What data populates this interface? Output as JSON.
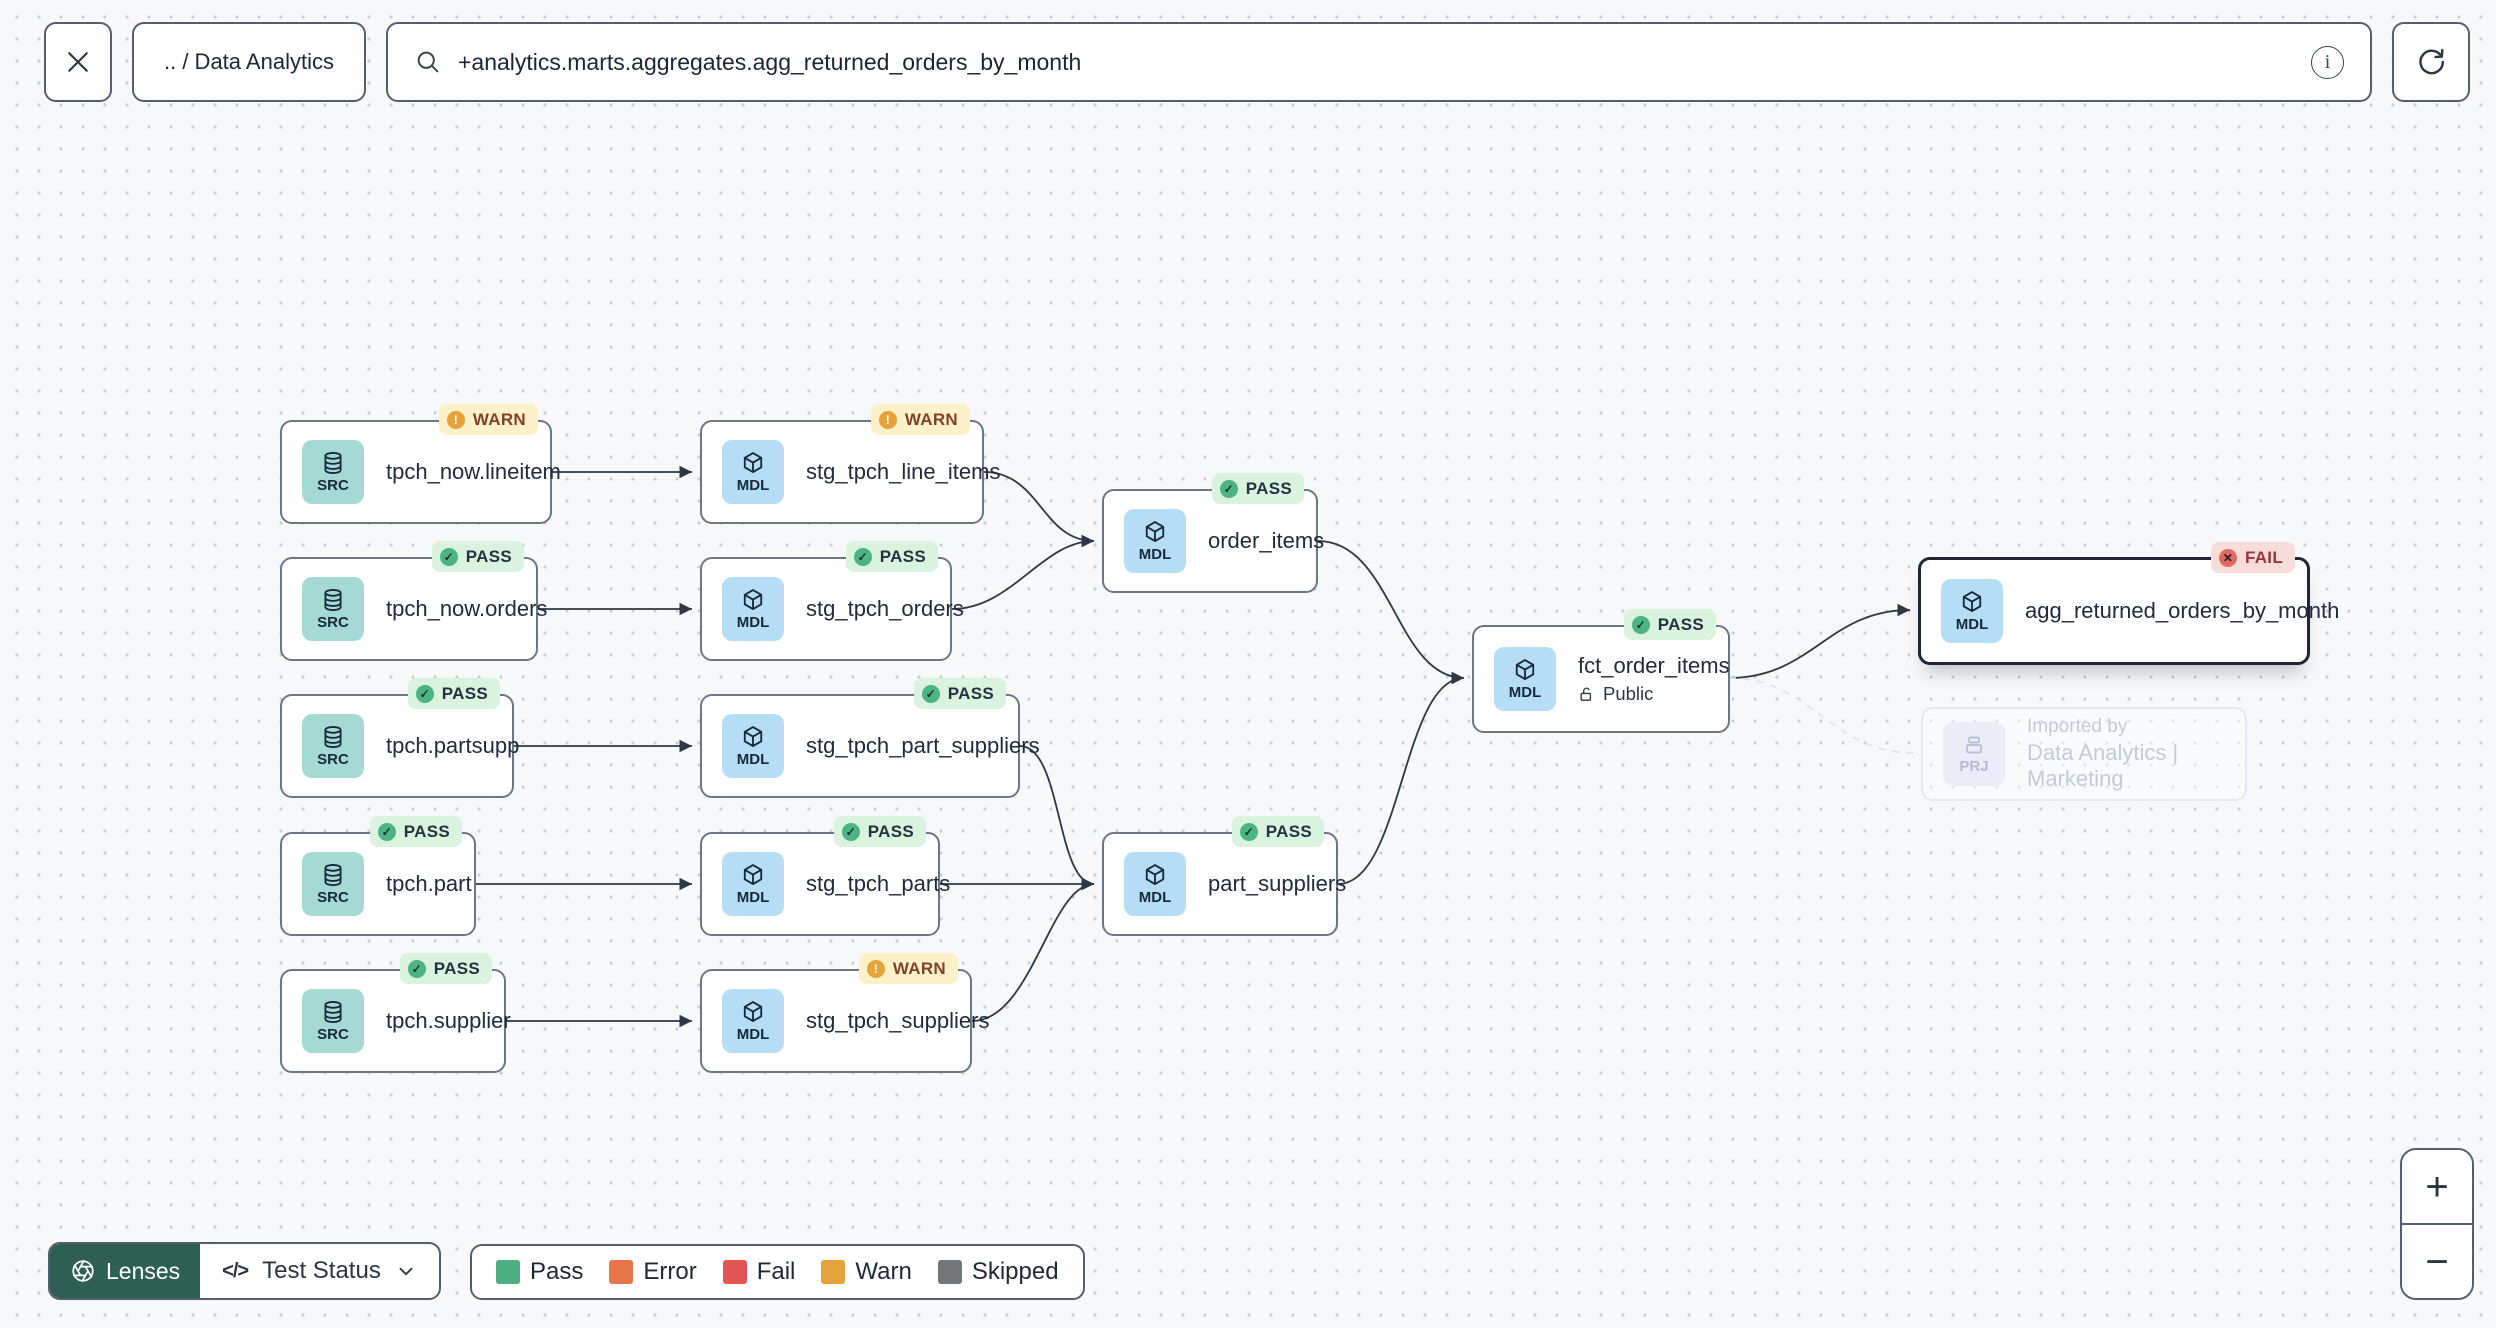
{
  "header": {
    "breadcrumb": ".. / Data Analytics",
    "search_value": "+analytics.marts.aggregates.agg_returned_orders_by_month"
  },
  "icons": {
    "info_glyph": "i",
    "check_glyph": "✓",
    "warn_glyph": "!",
    "fail_glyph": "✕",
    "code_glyph": "</>",
    "plus_glyph": "+",
    "minus_glyph": "−"
  },
  "nodes": [
    {
      "label": "tpch_now.lineitem",
      "type": "SRC",
      "status": "WARN"
    },
    {
      "label": "tpch_now.orders",
      "type": "SRC",
      "status": "PASS"
    },
    {
      "label": "tpch.partsupp",
      "type": "SRC",
      "status": "PASS"
    },
    {
      "label": "tpch.part",
      "type": "SRC",
      "status": "PASS"
    },
    {
      "label": "tpch.supplier",
      "type": "SRC",
      "status": "PASS"
    },
    {
      "label": "stg_tpch_line_items",
      "type": "MDL",
      "status": "WARN"
    },
    {
      "label": "stg_tpch_orders",
      "type": "MDL",
      "status": "PASS"
    },
    {
      "label": "stg_tpch_part_suppliers",
      "type": "MDL",
      "status": "PASS"
    },
    {
      "label": "stg_tpch_parts",
      "type": "MDL",
      "status": "PASS"
    },
    {
      "label": "stg_tpch_suppliers",
      "type": "MDL",
      "status": "WARN"
    },
    {
      "label": "order_items",
      "type": "MDL",
      "status": "PASS"
    },
    {
      "label": "part_suppliers",
      "type": "MDL",
      "status": "PASS"
    },
    {
      "label": "fct_order_items",
      "type": "MDL",
      "status": "PASS",
      "access": "Public"
    },
    {
      "label": "agg_returned_orders_by_month",
      "type": "MDL",
      "status": "FAIL"
    },
    {
      "title": "Imported by",
      "subtitle": "Data Analytics | Marketing",
      "type": "PRJ"
    }
  ],
  "footer": {
    "lenses_label": "Lenses",
    "selector_label": "Test Status",
    "legend": [
      {
        "label": "Pass",
        "color": "#4caf82"
      },
      {
        "label": "Error",
        "color": "#e8764b"
      },
      {
        "label": "Fail",
        "color": "#e25552"
      },
      {
        "label": "Warn",
        "color": "#e6a33c"
      },
      {
        "label": "Skipped",
        "color": "#737679"
      }
    ]
  }
}
